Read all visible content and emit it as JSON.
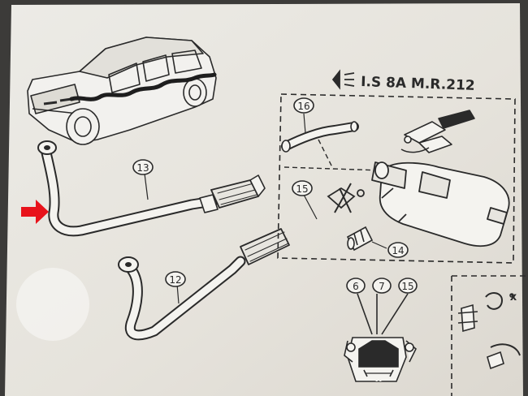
{
  "header": {
    "code": "I.S 8A M.R.212"
  },
  "callouts": {
    "part_13": "13",
    "part_12": "12",
    "part_16": "16",
    "part_15": "15",
    "part_14": "14",
    "part_6": "6",
    "part_7": "7",
    "part_15_b": "15"
  },
  "dimension": {
    "x_label": "x"
  },
  "colors": {
    "paper": "#e9e6df",
    "ink": "#2a2a2a",
    "arrow": "#e8131b",
    "shadow": "#3c3b39"
  },
  "icons": {
    "pointer": "red-arrow-icon",
    "lamp": "lamp-symbol-icon"
  }
}
